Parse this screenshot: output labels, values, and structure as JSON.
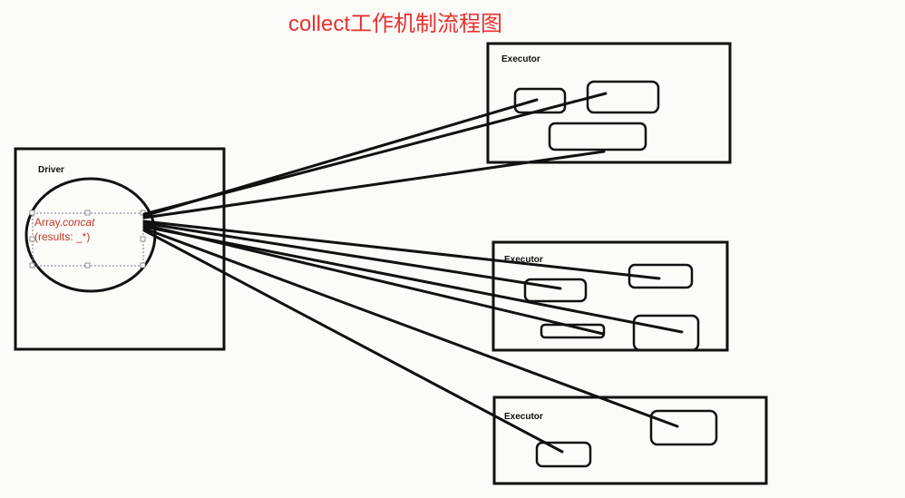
{
  "title": "collect工作机制流程图",
  "driver": {
    "label": "Driver",
    "code_line1_prefix": "Array.",
    "code_line1_method": "concat",
    "code_line2": "(results: _*)"
  },
  "executors": [
    {
      "label": "Executor"
    },
    {
      "label": "Executor"
    },
    {
      "label": "Executor"
    }
  ],
  "colors": {
    "title": "#e8312f",
    "code": "#c0392b",
    "stroke": "#111111",
    "background": "#fbfbf8"
  }
}
